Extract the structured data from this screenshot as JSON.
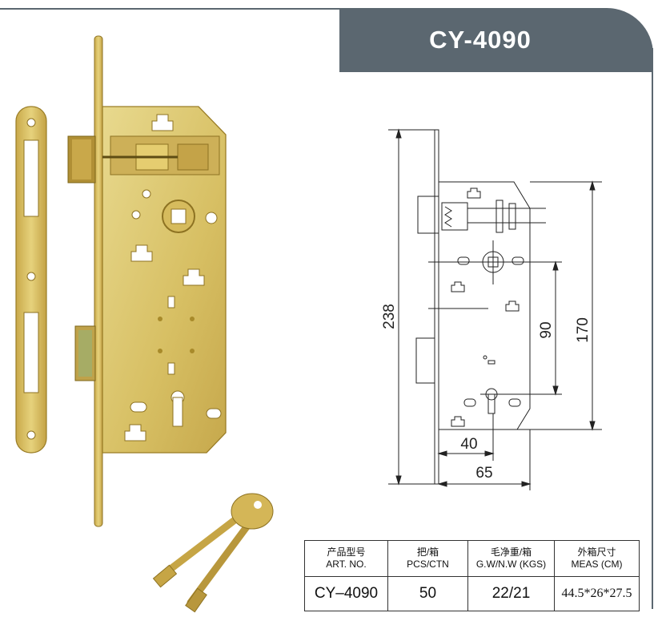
{
  "header": {
    "title": "CY-4090",
    "color": "#5b6770"
  },
  "drawing": {
    "dims": {
      "total_height": "238",
      "height_170": "170",
      "height_90": "90",
      "width_40": "40",
      "width_65": "65"
    }
  },
  "spec_table": {
    "headers": [
      {
        "cn": "产品型号",
        "en": "ART. NO."
      },
      {
        "cn": "把/箱",
        "en": "PCS/CTN"
      },
      {
        "cn": "毛净重/箱",
        "en": "G.W/N.W (KGS)"
      },
      {
        "cn": "外箱尺寸",
        "en": "MEAS (CM)"
      }
    ],
    "row": [
      "CY–4090",
      "50",
      "22/21",
      "44.5*26*27.5"
    ]
  },
  "colors": {
    "brass": "#d8bc5a",
    "brass_dark": "#a88a2a",
    "line": "#222222"
  }
}
